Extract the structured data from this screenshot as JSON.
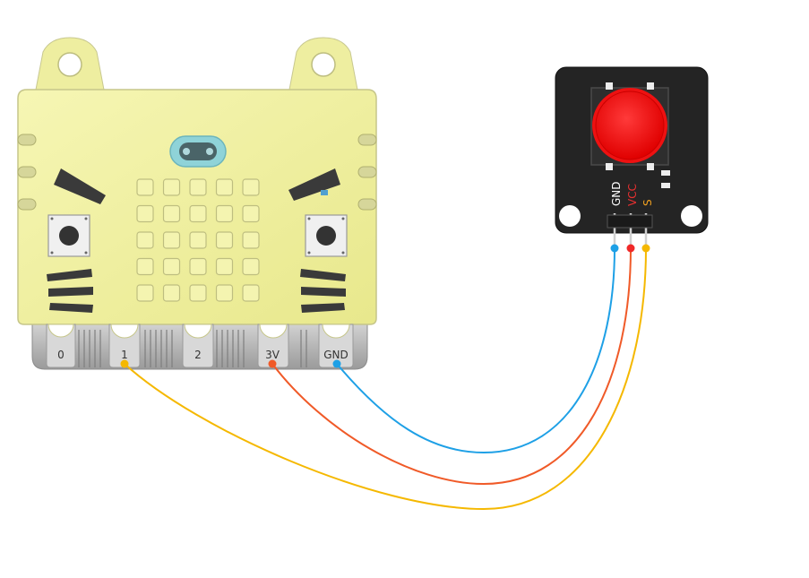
{
  "board": {
    "pins": [
      {
        "label": "0"
      },
      {
        "label": "1"
      },
      {
        "label": "2"
      },
      {
        "label": "3V"
      },
      {
        "label": "GND"
      }
    ],
    "body_color": "#F2F2A0",
    "edge_color": "#B8B8B8"
  },
  "module": {
    "labels": {
      "gnd": "GND",
      "vcc": "VCC",
      "signal": "S"
    },
    "label_colors": {
      "gnd": "#FFFFFF",
      "vcc": "#E53030",
      "signal": "#F0A020"
    },
    "body_color": "#222222",
    "button_color": "#F01010"
  },
  "wires": [
    {
      "from": "GND",
      "to": "GND",
      "color": "#1EA0E6"
    },
    {
      "from": "3V",
      "to": "VCC",
      "color": "#F05A28"
    },
    {
      "from": "1",
      "to": "S",
      "color": "#F5B800"
    }
  ]
}
